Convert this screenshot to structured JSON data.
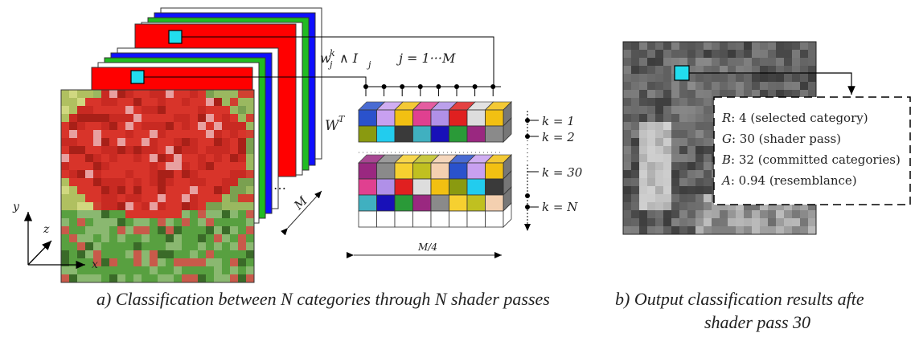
{
  "panel_a": {
    "weight_label": "w_j^k ∧ I_j",
    "weight_base": "w",
    "weight_sup": "k",
    "weight_sub_j": "j",
    "weight_op": "∧ I",
    "weight_sub_j2": "j",
    "index_label": "j = 1···M",
    "matrix_label": "W",
    "matrix_sup": "T",
    "depth_label": "M",
    "width_label": "M/4",
    "k_labels": [
      "k = 1",
      "k = 2",
      "k = 30",
      "k = N"
    ],
    "axis_labels": {
      "y": "y",
      "z": "z",
      "x": "x"
    },
    "ellipsis": "…",
    "caption": "a) Classification between N categories through N shader passes"
  },
  "panel_b": {
    "info_lines": [
      {
        "key": "R",
        "text": ": 4 (selected category)"
      },
      {
        "key": "G",
        "text": ": 30 (shader pass)"
      },
      {
        "key": "B",
        "text": ": 32 (committed categories)"
      },
      {
        "key": "A",
        "text": ": 0.94 (resemblance)"
      }
    ],
    "caption_line1": "b) Output classification results afte",
    "caption_line2": "shader pass 30"
  },
  "colors": {
    "red": "#ff0000",
    "green": "#22bb22",
    "blue": "#1010ff",
    "cyan": "#22ddee",
    "cube_palette": [
      "#2a52cc",
      "#2a9a38",
      "#f2c012",
      "#c8a0f0",
      "#9a2880",
      "#8a9a10",
      "#f2c012",
      "#8a8a8a",
      "#22ccee",
      "#e04090",
      "#f6d030",
      "#3a3a3a",
      "#b090e8",
      "#c0c020",
      "#40b0c0",
      "#e02020",
      "#f4d0b0",
      "#1810b8",
      "#dddddd"
    ]
  }
}
